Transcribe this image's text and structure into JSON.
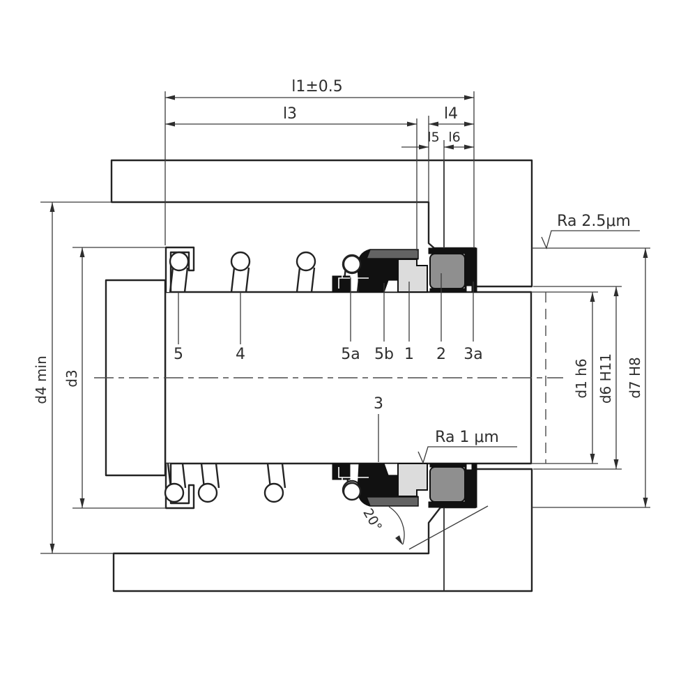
{
  "drawing": {
    "title": "mechanical-seal-installation-drawing",
    "dims_horizontal": {
      "l1": "l1±0.5",
      "l3": "l3",
      "l4": "l4",
      "l5": "l5",
      "l6": "l6"
    },
    "dims_vertical": {
      "d4": "d4 min",
      "d3": "d3",
      "d1": "d1 h6",
      "d6": "d6 H11",
      "d7": "d7 H8"
    },
    "surface_finish": {
      "top": "Ra 2.5μm",
      "bottom": "Ra 1 μm"
    },
    "angle_note": "20°",
    "part_labels": {
      "p5": "5",
      "p4": "4",
      "p5a": "5a",
      "p5b": "5b",
      "p1": "1",
      "p2": "2",
      "p3a": "3a",
      "p3": "3"
    },
    "colors": {
      "line": "#2e2e2e",
      "black_part": "#111111",
      "face_gray": "#dcdcdc",
      "seat_gray": "#8f8f8f",
      "band_gray": "#636363",
      "hatch": "#98a0a6"
    }
  }
}
